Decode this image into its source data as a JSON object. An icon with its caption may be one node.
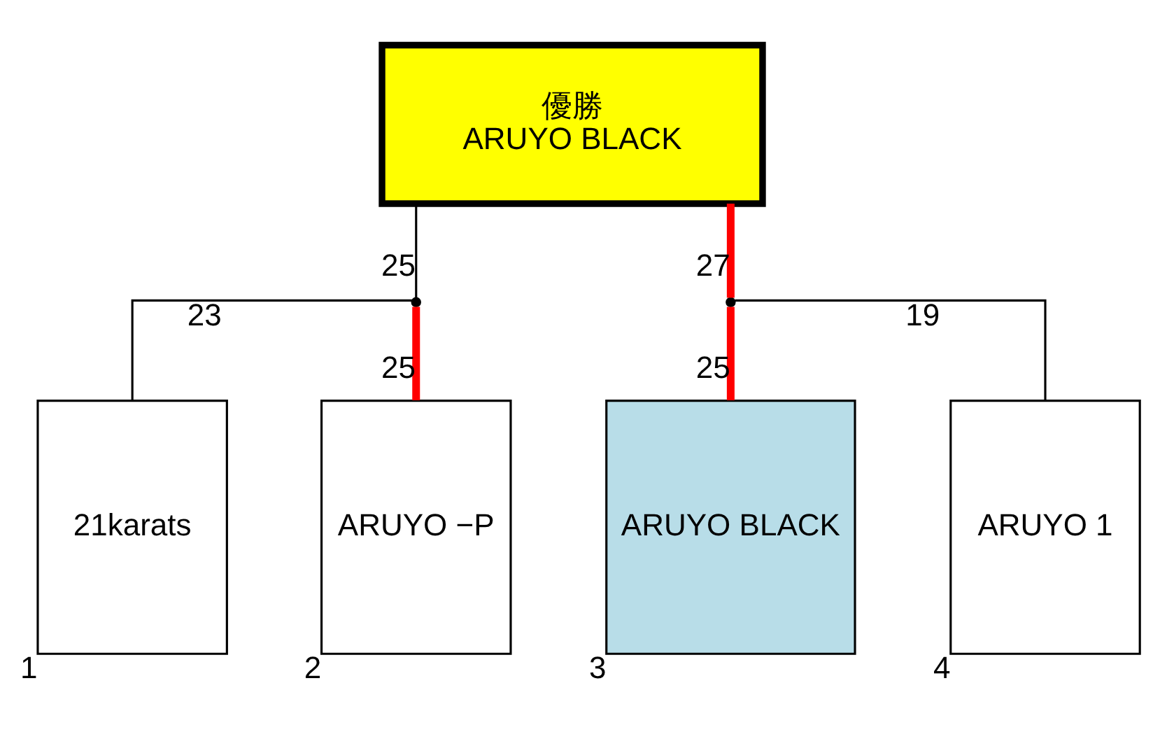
{
  "diagram": {
    "nodes": [
      {
        "text": [
          "優勝",
          "ARUYO BLACK"
        ]
      },
      {
        "text": [],
        "shape": "point"
      },
      {
        "text": [],
        "shape": "point"
      },
      {
        "text": [
          "21karats"
        ],
        "beside": [
          "1"
        ]
      },
      {
        "text": [
          "ARUYO −P"
        ],
        "beside": [
          "2"
        ]
      },
      {
        "text": [
          "ARUYO BLACK"
        ],
        "beside": [
          "3"
        ]
      },
      {
        "text": [
          "ARUYO 1"
        ],
        "beside": [
          "4"
        ]
      }
    ],
    "edges": [
      {
        "from": 3,
        "to": 1,
        "arrow": "none",
        "label": "23"
      },
      {
        "from": 4,
        "to": 1,
        "arrow": "none",
        "label": "25",
        "style": "thick",
        "color": "#ff0000"
      },
      {
        "from": 5,
        "to": 2,
        "arrow": "none",
        "label": "25",
        "style": "thick",
        "color": "#ff0000"
      },
      {
        "from": 6,
        "to": 2,
        "arrow": "none",
        "label": "19"
      },
      {
        "from": 1,
        "to": 0,
        "arrow": "none",
        "label": "25"
      },
      {
        "from": 2,
        "to": 0,
        "arrow": "none",
        "label": "27",
        "style": "thick",
        "color": "#ff0000"
      }
    ]
  }
}
